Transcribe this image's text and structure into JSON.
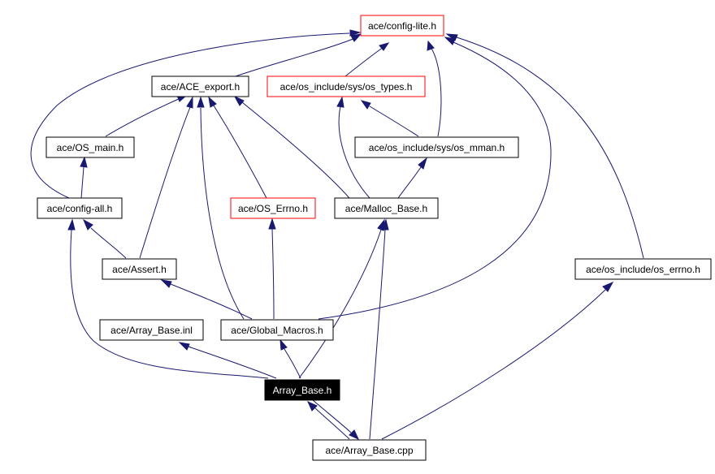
{
  "colors": {
    "edge": "#191970",
    "node_border_default": "#000000",
    "node_border_truncated": "#ff0000",
    "focus_fill": "#000000",
    "focus_text": "#ffffff"
  },
  "nodes": {
    "config_lite": {
      "label": "ace/config-lite.h",
      "truncated": true
    },
    "ace_export": {
      "label": "ace/ACE_export.h"
    },
    "os_types": {
      "label": "ace/os_include/sys/os_types.h",
      "truncated": true
    },
    "os_main": {
      "label": "ace/OS_main.h"
    },
    "os_mman": {
      "label": "ace/os_include/sys/os_mman.h"
    },
    "config_all": {
      "label": "ace/config-all.h"
    },
    "os_errno": {
      "label": "ace/OS_Errno.h",
      "truncated": true
    },
    "malloc_base": {
      "label": "ace/Malloc_Base.h"
    },
    "assert": {
      "label": "ace/Assert.h"
    },
    "os_errno_inc": {
      "label": "ace/os_include/os_errno.h"
    },
    "array_base_inl": {
      "label": "ace/Array_Base.inl"
    },
    "global_macros": {
      "label": "ace/Global_Macros.h"
    },
    "array_base_h": {
      "label": "Array_Base.h",
      "focus": true
    },
    "array_base_cpp": {
      "label": "ace/Array_Base.cpp"
    }
  }
}
